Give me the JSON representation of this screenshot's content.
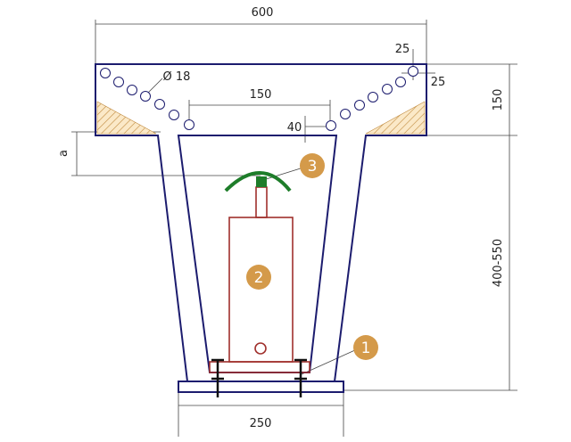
{
  "colors": {
    "outline": "#1c1c6e",
    "dimension": "#333333",
    "hatch": "#d6a35a",
    "jack": "#a0302c",
    "arch": "#1e7d2a",
    "badge": "#d49a4a"
  },
  "dimensions": {
    "top_width": "600",
    "top_height": "150",
    "web_height": "400-550",
    "base_width": "250",
    "hole_spacing": "150",
    "edge_offset": "40",
    "corner_x": "25",
    "corner_y": "25",
    "hole_diameter": "Ø 18",
    "gap": "a"
  },
  "callouts": {
    "one": "1",
    "two": "2",
    "three": "3"
  }
}
